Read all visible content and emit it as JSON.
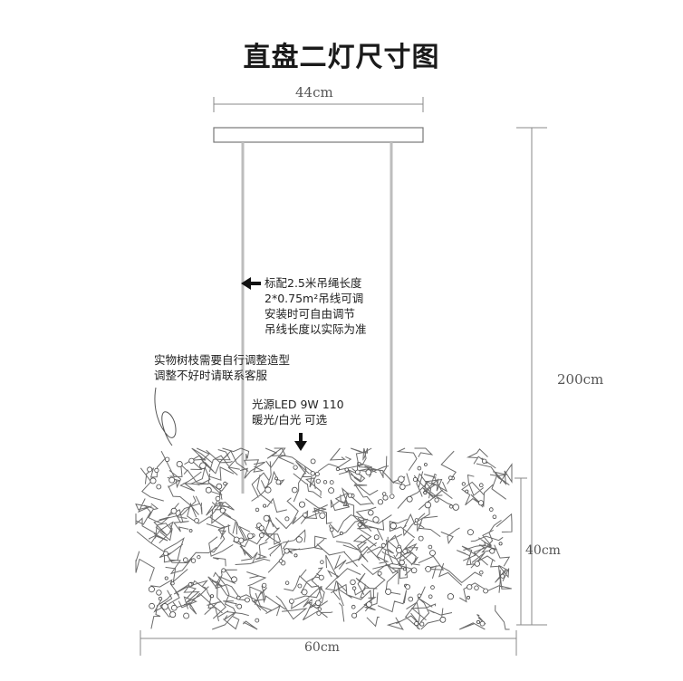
{
  "title": "直盘二灯尺寸图",
  "dimensions": {
    "canopy_width": "44cm",
    "total_height": "200cm",
    "body_height": "40cm",
    "body_width": "60cm"
  },
  "notes": {
    "wire": [
      "标配2.5米吊绳长度",
      "2*0.75m²吊线可调",
      "安装时可自由调节",
      "吊线长度以实际为准"
    ],
    "branches": [
      "实物树枝需要自行调整造型",
      "调整不好时请联系客服"
    ],
    "light": [
      "光源LED 9W 110",
      "暖光/白光 可选"
    ]
  },
  "colors": {
    "line": "#888888",
    "canopy": "#777777",
    "wire": "#bdbdbd",
    "branch": "#3a3a3a"
  }
}
